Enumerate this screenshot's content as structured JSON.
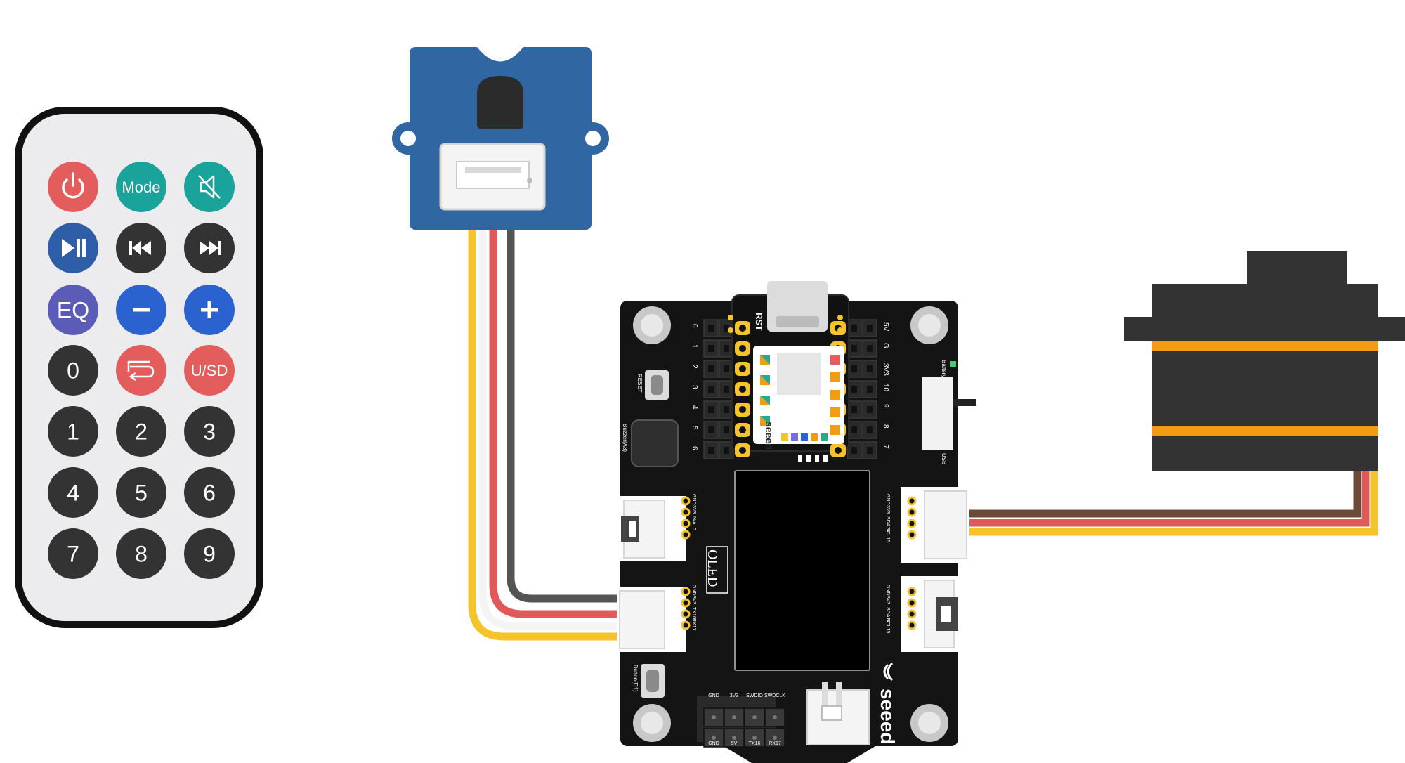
{
  "remote": {
    "buttons": [
      {
        "icon": "power-icon",
        "color": "#e35d5d"
      },
      {
        "label": "Mode",
        "color": "#1aa39a"
      },
      {
        "icon": "mute-icon",
        "color": "#1aa39a"
      },
      {
        "icon": "play-pause-icon",
        "color": "#2e5ea8"
      },
      {
        "icon": "previous-icon",
        "color": "#333333"
      },
      {
        "icon": "next-icon",
        "color": "#333333"
      },
      {
        "label": "EQ",
        "color": "#5b5bb8"
      },
      {
        "icon": "minus-icon",
        "color": "#2a63cf"
      },
      {
        "icon": "plus-icon",
        "color": "#2a63cf"
      },
      {
        "label": "0",
        "color": "#333333"
      },
      {
        "icon": "repeat-icon",
        "color": "#e35d5d"
      },
      {
        "label": "U/SD",
        "color": "#e35d5d"
      },
      {
        "label": "1",
        "color": "#333333"
      },
      {
        "label": "2",
        "color": "#333333"
      },
      {
        "label": "3",
        "color": "#333333"
      },
      {
        "label": "4",
        "color": "#333333"
      },
      {
        "label": "5",
        "color": "#333333"
      },
      {
        "label": "6",
        "color": "#333333"
      },
      {
        "label": "7",
        "color": "#333333"
      },
      {
        "label": "8",
        "color": "#333333"
      },
      {
        "label": "9",
        "color": "#333333"
      }
    ]
  },
  "board": {
    "rst": "RST",
    "pin_left": [
      "0",
      "1",
      "2",
      "3",
      "4",
      "5",
      "6"
    ],
    "pin_right": [
      "5V",
      "G",
      "3V3",
      "10",
      "9",
      "8",
      "7"
    ],
    "reset": "RESET",
    "buzzer": "Buzzer(A3)",
    "battery": "Battery",
    "usb": "USB",
    "oled": "OLED",
    "button": "Button(D1)",
    "brand": "seeed",
    "chip_brand": "seeed",
    "grove_top_left": [
      "GND",
      "3V3",
      "N/A",
      "0"
    ],
    "grove_bot_left": [
      "GND",
      "3V3",
      "TX16",
      "RX17"
    ],
    "grove_top_right": [
      "GND",
      "3V3",
      "SDA14",
      "SCL15"
    ],
    "grove_bot_right": [
      "GND",
      "3V3",
      "SDA14",
      "SCL15"
    ],
    "swd_top": [
      "GND",
      "3V3",
      "SWDIO",
      "SWDCLK"
    ],
    "swd_bottom": [
      "GND",
      "5V",
      "TX16",
      "RX17"
    ]
  },
  "wires": {
    "yellow": "#f5c32a",
    "white": "#f4f4f4",
    "red": "#e05a5a",
    "black": "#555555",
    "brown": "#6b4a3a",
    "orange": "#f5a623"
  }
}
